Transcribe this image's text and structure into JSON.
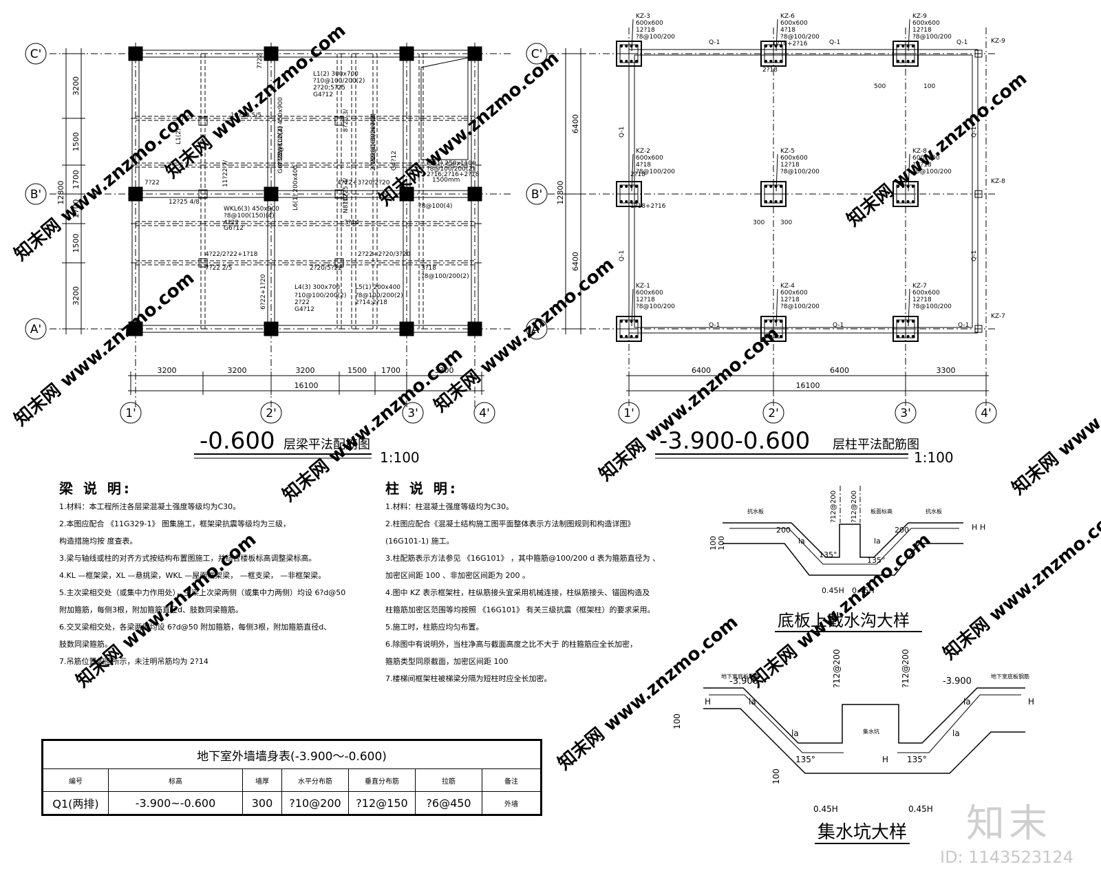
{
  "beam_plan": {
    "title_main": "-0.600",
    "title_sub": "层梁平法配筋图",
    "scale": "1:100",
    "grid_rows": [
      "C'",
      "B'",
      "A'"
    ],
    "grid_cols": [
      "1'",
      "2'",
      "3'",
      "4'"
    ],
    "left_dims": [
      "3200",
      "1500",
      "1700",
      "1700",
      "1500",
      "3200"
    ],
    "left_total": "12800",
    "bottom_dims": [
      "3200",
      "3200",
      "3200",
      "1500",
      "1700",
      "3300"
    ],
    "bottom_total": "16100",
    "labels": [
      "L1(2) 300x700",
      "?10@100/200(2)",
      "2?20;5?25",
      "G4?12",
      "10?20 5/5",
      "7?22",
      "L1(2)",
      "WKL2(2) 450x900",
      "?8@100(4)",
      "4?22",
      "G6?12",
      "8?20 3/",
      "L2(1) 300x700",
      "?10@100/200(2)",
      "2?22",
      "G4?12",
      "L3(1) 250x1100",
      "?8@100/200(2)",
      "2?16;2?16+2?18",
      "1500mm",
      "7?22",
      "11?22 7/",
      "4?22+3?20/2?20",
      "12?25 4/8",
      "WKL6(3) 450x900",
      "?8@100(150)(4)",
      "4?22",
      "G6?12",
      "L6(1) 200x400",
      "10?25 4/",
      "N8?12",
      "3?14",
      "?8@100(4)",
      "4?22/2?22+1?18",
      "7?22 2/5",
      "2?20/5?22",
      "2?22+2?20/3?20",
      "3?18",
      "?8@100/200(2)",
      "L4(3) 300x700",
      "?10@100/200(2)",
      "2?22",
      "G4?12",
      "L5(1) 200x400",
      "?8@100/200(2)",
      "2?14;2?18",
      "6?22+1?20"
    ]
  },
  "column_plan": {
    "title_main": "-3.900-0.600",
    "title_sub": "层柱平法配筋图",
    "scale": "1:100",
    "grid_rows": [
      "C'",
      "B'",
      "A'"
    ],
    "grid_cols": [
      "1'",
      "2'",
      "3'",
      "4'"
    ],
    "left_dims": [
      "6400",
      "6400"
    ],
    "left_total": "12800",
    "bottom_dims": [
      "6400",
      "6400",
      "3300"
    ],
    "bottom_total": "16100",
    "columns": [
      {
        "id": "KZ-3",
        "size": "600x600",
        "bars": "12?18",
        "stirrup": "?8@100/200"
      },
      {
        "id": "KZ-6",
        "size": "600x600",
        "bars": "4?18",
        "stirrup": "?8@100/200"
      },
      {
        "id": "KZ-9",
        "size": "600x600",
        "bars": "12?18",
        "stirrup": "?8@100/200"
      },
      {
        "id": "KZ-2",
        "size": "600x600",
        "bars": "4?18",
        "stirrup": "?8@100/200"
      },
      {
        "id": "KZ-5",
        "size": "600x600",
        "bars": "12?18",
        "stirrup": "?8@100/200"
      },
      {
        "id": "KZ-8",
        "size": "600x600",
        "bars": "12?18",
        "stirrup": "?8@100/200"
      },
      {
        "id": "KZ-1",
        "size": "600x600",
        "bars": "12?18",
        "stirrup": "?8@100/200"
      },
      {
        "id": "KZ-4",
        "size": "600x600",
        "bars": "12?18",
        "stirrup": "?8@100/200"
      },
      {
        "id": "KZ-7",
        "size": "600x600",
        "bars": "12?18",
        "stirrup": "?8@100/200"
      }
    ],
    "edge_tags": [
      "KZ-9",
      "KZ-8",
      "KZ-7"
    ],
    "wall_tag": "Q-1",
    "misc": [
      "1?18+2?16",
      "2?18",
      "1?18+2?16",
      "2?18",
      "500",
      "100",
      "300",
      "300"
    ]
  },
  "beam_notes": {
    "heading": "梁 说 明:",
    "lines": [
      "1.材料：本工程所注各层梁混凝土强度等级均为C30。",
      "2.本图应配合 《11G329-1》            图集施工，框架梁抗震等级均为三级，",
      "  构造措施均按     度查表。",
      "3.梁与轴线或柱的对齐方式按结构布置图施工，并结合楼板标高调整梁标高。",
      "4.KL  —框架梁，XL  —悬挑梁，WKL   —屋面框架梁，      —框支梁，   —非框架梁。",
      "5.主次梁相交处（或集中力作用处），主梁上次梁两侧（或集中力两侧）均设          6?d@50",
      "  附加箍筋，每侧3根，附加箍筋直径d、肢数同梁箍筋。",
      "6.交叉梁相交处，各梁两侧均设        6?d@50     附加箍筋，每侧3根，附加箍筋直径d、",
      "  肢数同梁箍筋。",
      "7.吊筋位置如图所示，未注明吊筋均为          2?14"
    ]
  },
  "column_notes": {
    "heading": "柱 说 明:",
    "lines": [
      "1.材料：柱混凝土强度等级均为C30。",
      "2.柱图应配合《混凝土结构施工图平面整体表示方法制图规则和构造详图》",
      "  (16G101-1)                          施工。",
      "3.柱配筋表示方法参见     《16G101》      ，其中箍筋@100/200        d   表为箍筋直径为   、",
      "  加密区间距    100  、非加密区间距为    200 。",
      "4.图中 KZ  表示框架柱，柱纵筋接头宜采用机械连接，柱纵筋接头、锚固构造及",
      "  柱箍筋加密区范围等均按照      《16G101》      有关三级抗震（框架柱）的要求采用。",
      "5.施工时，柱筋应均匀布置。",
      "6.除图中有说明外，当柱净高与截面高度之比不大于    的柱箍筋应全长加密，",
      "  箍筋类型同原截面，加密区间距          100",
      "7.楼梯间框架柱被梯梁分隔为短柱时应全长加密。"
    ]
  },
  "wall_table": {
    "caption": "地下室外墙墙身表(-3.900～-0.600)",
    "headers": [
      "编号",
      "标高",
      "墙厚",
      "水平分布筋",
      "垂直分布筋",
      "拉筋",
      "备注"
    ],
    "row": [
      "Q1(两排)",
      "-3.900~-0.600",
      "300",
      "?10@200",
      "?12@150",
      "?6@450",
      "外墙"
    ]
  },
  "detail_trench": {
    "title": "底板上截水沟大样",
    "labels": [
      "?12@200",
      "?12@200",
      "200",
      "200",
      "la",
      "la",
      "135°",
      "135°",
      "0.45H",
      "0.45H",
      "H",
      "100",
      "H",
      "100",
      "抗水板",
      "抗水板",
      "板面标高"
    ]
  },
  "detail_pit": {
    "title": "集水坑大样",
    "labels": [
      "-3.900",
      "-3.900",
      "?12@200",
      "?12@200",
      "la",
      "la",
      "la",
      "la",
      "135°",
      "135°",
      "H",
      "H",
      "H",
      "100",
      "100",
      "0.45H",
      "0.45H",
      "集水坑",
      "地下室底板钢筋",
      "地下室底板钢筋"
    ]
  },
  "watermark": {
    "logo": "知末",
    "id": "ID: 1143523124",
    "text": "知末网 www.znzmo.com"
  }
}
